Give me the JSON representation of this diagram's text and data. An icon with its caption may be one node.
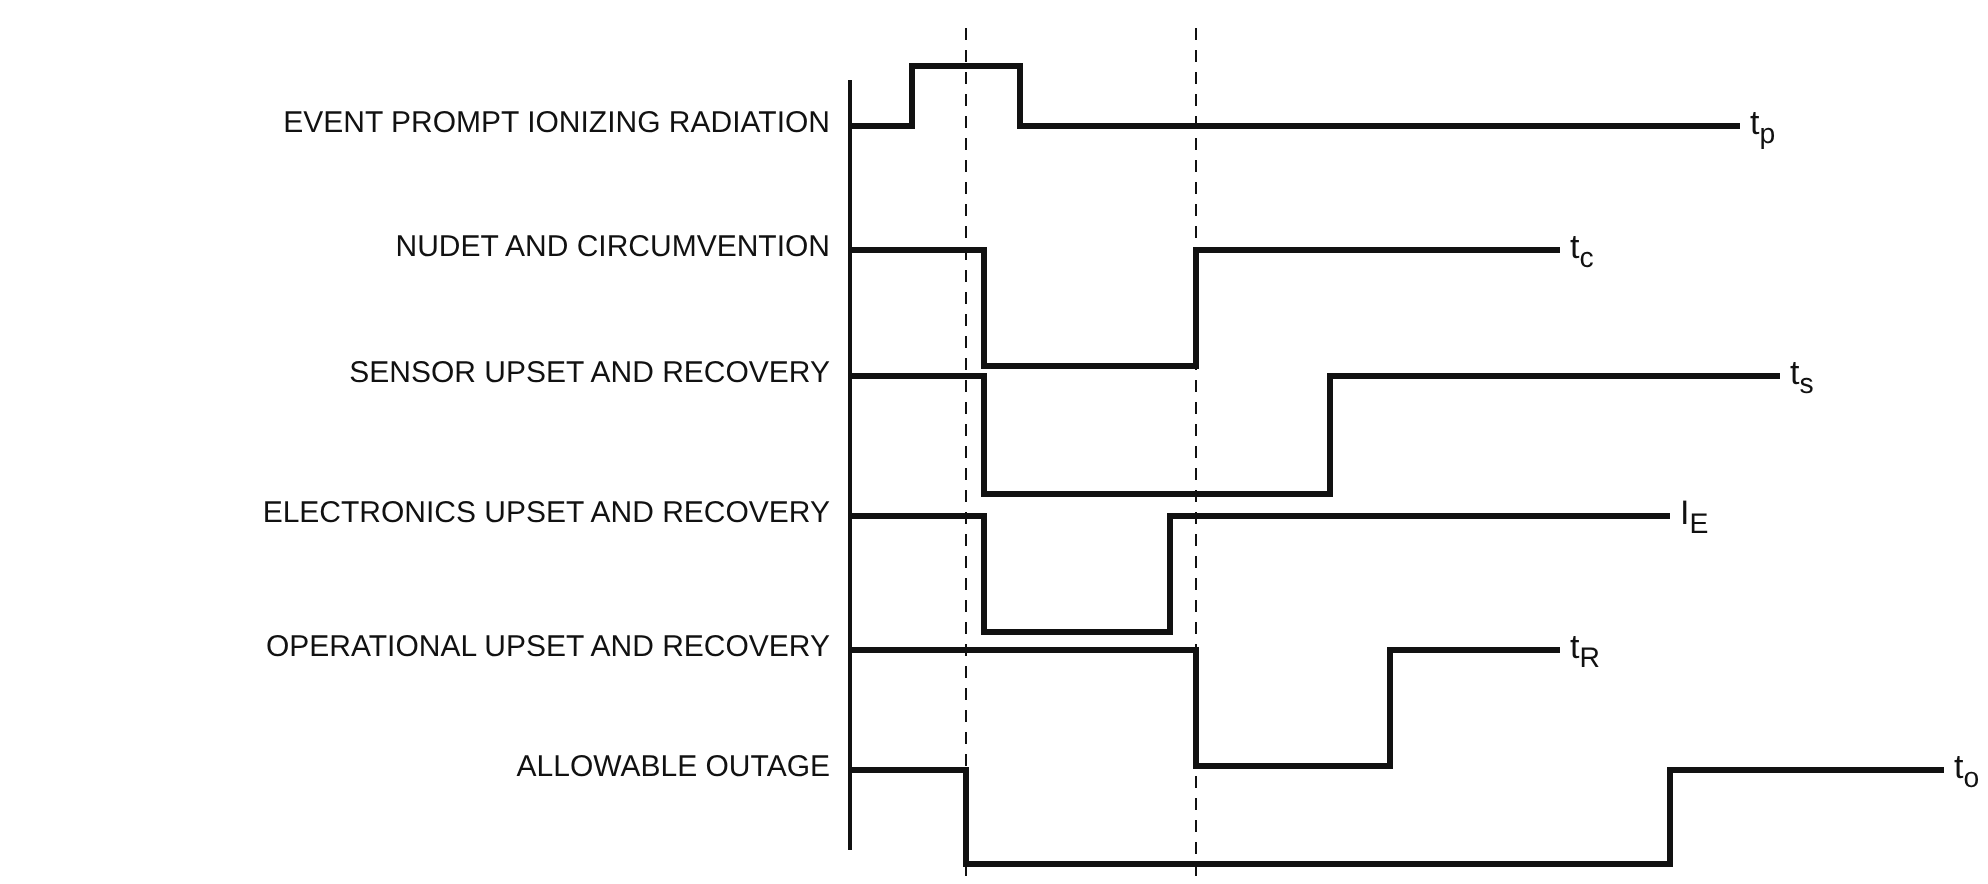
{
  "diagram": {
    "labels": [
      "EVENT PROMPT IONIZING RADIATION",
      "t$_{p}$",
      "NUDET AND CIRCUMVENTION",
      "t$_{c}$",
      "SENSOR UPSET AND RECOVERY",
      "t$_{s}$",
      "ELECTRONICS UPSET AND RECOVERY",
      "I$_{E}$",
      "OPERATIONAL UPSET AND RECOVERY",
      "t$_{R}$",
      "ALLOWABLE OUTAGE",
      "t$_{o}$"
    ]
  }
}
